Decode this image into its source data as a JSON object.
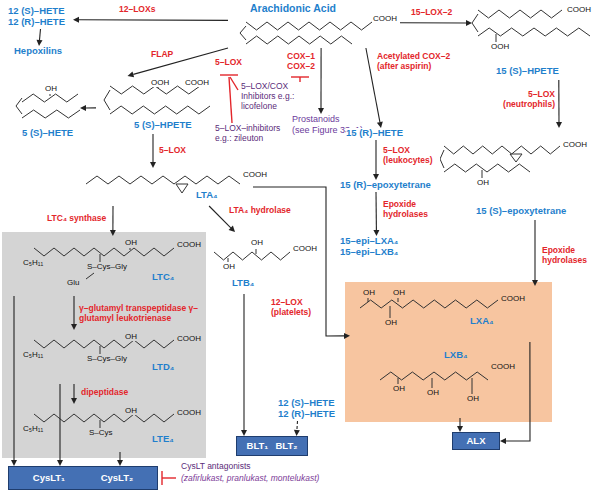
{
  "diagram": {
    "nodes": [
      {
        "text": [
          "Arachidonic Acid"
        ]
      },
      {
        "text": [
          "12 (S)–HETE 12 (R)–HETE"
        ]
      },
      {
        "text": [
          "Hepoxilins"
        ]
      },
      {
        "text": [
          "5 (S)–HPETE"
        ]
      },
      {
        "text": [
          "5 (S)–HETE"
        ]
      },
      {
        "text": [
          "LTA₄"
        ]
      },
      {
        "text": [
          "LTC₄"
        ]
      },
      {
        "text": [
          "LTD₄"
        ]
      },
      {
        "text": [
          "LTE₄"
        ]
      },
      {
        "text": [
          "LTB₄"
        ]
      },
      {
        "text": [
          "Prostanoids",
          "(see Figure 33–1)"
        ]
      },
      {
        "text": [
          "15 (S)–HPETE"
        ]
      },
      {
        "text": [
          "15 (R)–HETE"
        ]
      },
      {
        "text": [
          "15 (R)–epoxytetrane"
        ]
      },
      {
        "text": [
          "15–epi–LXA₄ 15–epi–LXB₄"
        ]
      },
      {
        "text": [
          "15 (S)–epoxytetrane"
        ]
      },
      {
        "text": [
          "LXA₄"
        ]
      },
      {
        "text": [
          "LXB₄"
        ]
      },
      {
        "text": [
          "12 (S)–HETE 12 (R)–HETE"
        ]
      },
      {
        "text": [
          "BLT₁",
          "BLT₂"
        ]
      },
      {
        "text": [
          "ALX"
        ]
      },
      {
        "text": [
          "CysLT₁",
          "CysLT₂"
        ]
      }
    ],
    "edges": [
      {
        "from": 0,
        "to": 1,
        "label": "12–LOXs",
        "arrow": "to"
      },
      {
        "from": 1,
        "to": 2,
        "arrow": "to"
      },
      {
        "from": 0,
        "to": 3,
        "label": "FLAP",
        "arrow": "to"
      },
      {
        "from": 3,
        "to": 4,
        "arrow": "to"
      },
      {
        "from": 3,
        "to": 5,
        "label": "5–LOX",
        "arrow": "to"
      },
      {
        "from": 5,
        "to": 6,
        "label": "LTC₄ synthase",
        "arrow": "to"
      },
      {
        "from": 5,
        "to": 9,
        "label": "LTA₄ hydrolase",
        "arrow": "to"
      },
      {
        "from": 6,
        "to": 7,
        "label": "γ–glutamyl transpeptidase γ–glutamyl leukotrienase",
        "arrow": "to"
      },
      {
        "from": 7,
        "to": 8,
        "label": "dipeptidase",
        "arrow": "to"
      },
      {
        "from": 6,
        "to": 21,
        "arrow": "to"
      },
      {
        "from": 7,
        "to": 21,
        "arrow": "to"
      },
      {
        "from": 8,
        "to": 21,
        "arrow": "to"
      },
      {
        "from": 9,
        "to": 19,
        "arrow": "to"
      },
      {
        "from": 18,
        "to": 19,
        "arrow": "to"
      },
      {
        "from": 5,
        "to": 16,
        "label": "12–LOX (platelets)",
        "arrow": "to"
      },
      {
        "from": 0,
        "to": 10,
        "label": "COX–1 COX–2",
        "arrow": "to"
      },
      {
        "from": 0,
        "to": 12,
        "label": "Acetylated COX–2 (after aspirin)",
        "arrow": "to"
      },
      {
        "from": 12,
        "to": 13,
        "label": "5–LOX (leukocytes)",
        "arrow": "to"
      },
      {
        "from": 13,
        "to": 14,
        "label": "Epoxide hydrolases",
        "arrow": "to"
      },
      {
        "from": 0,
        "to": 11,
        "label": "15–LOX–2",
        "arrow": "to"
      },
      {
        "from": 11,
        "to": 15,
        "label": "5–LOX (neutrophils)",
        "arrow": "to"
      },
      {
        "from": 15,
        "to": 16,
        "label": "Epoxide hydrolases",
        "arrow": "to"
      },
      {
        "from": 16,
        "to": 20,
        "arrow": "to"
      },
      {
        "from": 17,
        "to": 20,
        "arrow": "to"
      }
    ],
    "labels": [
      "5–LOX",
      "5–LOX/COX Inhibitors e.g.: licofelone",
      "5–LOX–inhibitors e.g.: zileuton",
      "CysLT antagonists",
      "(zafirlukast, pranlukast, montelukast)",
      "COOH",
      "COOH",
      "OOH",
      "OOH",
      "COOH",
      "OH",
      "COOH",
      "OH",
      "COOH",
      "C₅H₁₁",
      "S–Cys–Gly",
      "Glu",
      "OH",
      "OH",
      "COOH",
      "OH",
      "COOH",
      "C₅H₁₁",
      "S–Cys–Gly",
      "OH",
      "COOH",
      "C₅H₁₁",
      "S–Cys",
      "COOH",
      "OH",
      "OH",
      "OH",
      "COOH",
      "OH",
      "OH",
      "OH",
      "COOH",
      "OH"
    ]
  }
}
